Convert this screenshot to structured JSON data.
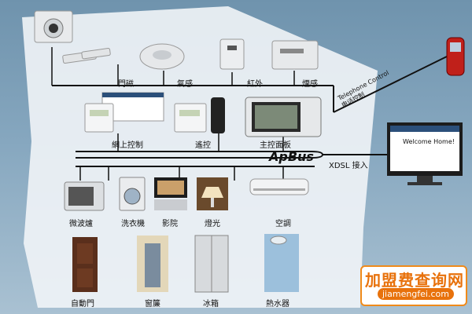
{
  "labels": {
    "door_sensor": "門磁",
    "gas_sensor": "氣感",
    "infrared": "紅外",
    "smoke": "煙感",
    "web_control": "網上控制",
    "remote": "遙控",
    "main_panel": "主控面板",
    "bus": "ApBus",
    "xdsl": "XDSL 接入",
    "telephone_en": "Telephone Control",
    "telephone_zh": "电话控制",
    "microwave": "微波爐",
    "washer": "洗衣機",
    "cinema": "影院",
    "lighting": "燈光",
    "aircon": "空調",
    "auto_door": "自動門",
    "curtain": "窗簾",
    "fridge": "冰箱",
    "water_heater": "熱水器",
    "monitor_title": "Welcome Home!"
  },
  "watermark": {
    "title": "加盟费查询网",
    "url": "jiamengfei.com"
  },
  "colors": {
    "house": "#f1f4f7",
    "background": "#7d9db5",
    "line": "#111111",
    "accent": "#e8720c"
  }
}
